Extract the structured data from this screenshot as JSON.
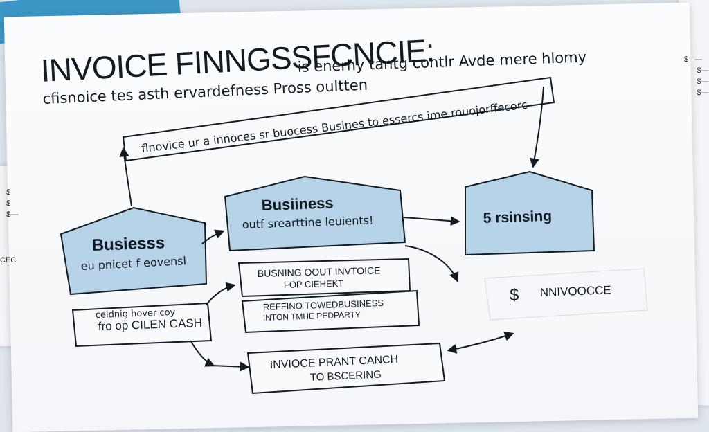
{
  "title": "INVOICE FINNGSSFCNCIE:",
  "header_right": "is enerhy tantg contlr Avde mere hlomy",
  "subtitle": "cfisnoice tes asth ervardefness Pross oultten",
  "top_flow": "flnovice ur a innoces sr buocess Busines to essercs ime rouojorffecorc",
  "business_left": {
    "title": "Busiesss",
    "sub": "eu pnicet f eovensl"
  },
  "business_center": {
    "title": "Busiiness",
    "sub": "outf srearttine leuients!"
  },
  "business_right": {
    "title": "5 rsinsing"
  },
  "box_invoice_client": {
    "line1": "BUSNING OOUT INVTOICE",
    "line2": "FOP CIEHEKT"
  },
  "box_property": {
    "line1": "REFFINO TOWEDBUSINESS",
    "line2": "INTON TMHE PEDPARTY"
  },
  "box_cash": {
    "line1": "celdnig hover coy",
    "line2": "fro op CILEN CASH"
  },
  "box_bottom": {
    "line1": "INVIOCE PRANT CANCH",
    "line2": "TO BSCERING"
  },
  "invoice_tag": {
    "symbol": "$",
    "label": "NNIVOOCCE"
  },
  "margin_right": [
    "$   —",
    "      $—",
    "      $—",
    "      $—"
  ],
  "margin_left": [
    "   $",
    "   $",
    "   $—"
  ],
  "margin_left_bottom": "CEC",
  "colors": {
    "box_fill": "#b7d3e8",
    "ink": "#121a24",
    "accent_tab": "#3c97c6"
  }
}
